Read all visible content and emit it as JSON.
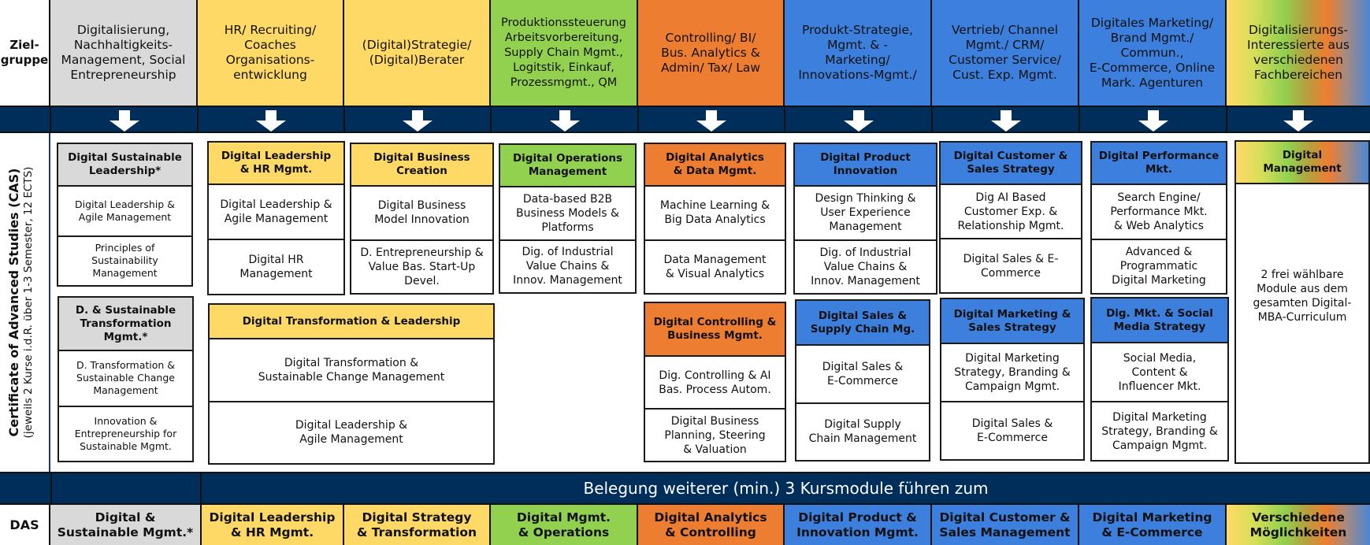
{
  "labels": {
    "zielgruppe": "Ziel-\ngruppe",
    "cas_title": "Certificate of Advanced Studies (CAS)",
    "cas_subtitle": "(jeweils 2 Kurse i.d.R. über 1-3 Semester, 12 ECTS)",
    "das": "DAS",
    "banner": "Belegung weiterer (min.) 3 Kursmodule führen zum"
  },
  "colors": {
    "navy": "#002e5b",
    "grey": "#d9d9d9",
    "yellow": "#ffd966",
    "green": "#92d050",
    "orange": "#ed7d31",
    "blue": "#3c7fdc"
  },
  "target_groups": [
    {
      "text": "Digitalisierung,\nNachhaltigkeits-\nManagement, Social\nEntrepreneurship",
      "color": "grey"
    },
    {
      "text": "HR/ Recruiting/\nCoaches\nOrganisations-\nentwicklung",
      "color": "yellow"
    },
    {
      "text": "(Digital)Strategie/\n(Digital)Berater",
      "color": "yellow"
    },
    {
      "text": "Produktionssteuerung\nArbeitsvorbereitung,\nSupply Chain Mgmt.,\nLogitstik, Einkauf,\nProzessmgmt., QM",
      "color": "green"
    },
    {
      "text": "Controlling/ BI/\nBus. Analytics &\nAdmin/ Tax/ Law",
      "color": "orange"
    },
    {
      "text": "Produkt-Strategie,\nMgmt. & -\nMarketing/\nInnovations-Mgmt./",
      "color": "blue"
    },
    {
      "text": "Vertrieb/ Channel\nMgmt./ CRM/\nCustomer Service/\nCust. Exp. Mgmt.",
      "color": "blue"
    },
    {
      "text": "Digitales Marketing/\nBrand Mgmt./\nCommun.,\nE-Commerce, Online\nMark. Agenturen",
      "color": "blue"
    },
    {
      "text": "Digitalisierungs-\nInteressierte aus\nverschiedenen\nFachbereichen",
      "color": "rainbow"
    }
  ],
  "cas_cards": [
    {
      "title": "Digital Sustainable\nLeadership*",
      "modules": [
        "Digital Leadership &\nAgile Management",
        "Principles of\nSustainability\nManagement"
      ]
    },
    {
      "title": "D. & Sustainable\nTransformation\nMgmt.*",
      "modules": [
        "D. Transformation &\nSustainable Change\nManagement",
        "Innovation &\nEntrepreneurship for\nSustainable Mgmt."
      ]
    },
    {
      "title": "Digital Leadership\n& HR Mgmt.",
      "modules": [
        "Digital Leadership &\nAgile Management",
        "Digital HR\nManagement"
      ]
    },
    {
      "title": "Digital Business\nCreation",
      "modules": [
        "Digital Business\nModel Innovation",
        "D. Entrepreneurship &\nValue Bas. Start-Up\nDevel."
      ]
    },
    {
      "title": "Digital Transformation & Leadership",
      "modules": [
        "Digital Transformation &\nSustainable Change Management",
        "Digital Leadership &\nAgile Management"
      ]
    },
    {
      "title": "Digital Operations\nManagement",
      "modules": [
        "Data-based B2B\nBusiness Models &\nPlatforms",
        "Dig. of Industrial\nValue Chains &\nInnov. Management"
      ]
    },
    {
      "title": "Digital Analytics\n& Data Mgmt.",
      "modules": [
        "Machine Learning &\nBig Data Analytics",
        "Data Management\n& Visual Analytics"
      ]
    },
    {
      "title": "Digital Controlling &\nBusiness Mgmt.",
      "modules": [
        "Dig. Controlling & AI\nBas. Process Autom.",
        "Digital Business\nPlanning, Steering\n& Valuation"
      ]
    },
    {
      "title": "Digital Product\nInnovation",
      "modules": [
        "Design Thinking &\nUser Experience\nManagement",
        "Dig. of Industrial\nValue Chains &\nInnov. Management"
      ]
    },
    {
      "title": "Digital Sales &\nSupply Chain Mg.",
      "modules": [
        "Digital Sales &\nE-Commerce",
        "Digital Supply\nChain Management"
      ]
    },
    {
      "title": "Digital Customer &\nSales Strategy",
      "modules": [
        "Dig AI Based\nCustomer Exp. &\nRelationship Mgmt.",
        "Digital Sales & E-\nCommerce"
      ]
    },
    {
      "title": "Digital Marketing &\nSales Strategy",
      "modules": [
        "Digital Marketing\nStrategy, Branding &\nCampaign Mgmt.",
        "Digital Sales &\nE-Commerce"
      ]
    },
    {
      "title": "Digital Performance\nMkt.",
      "modules": [
        "Search Engine/\nPerformance Mkt.\n& Web Analytics",
        "Advanced &\nProgrammatic\nDigital Marketing"
      ]
    },
    {
      "title": "Dig. Mkt. & Social\nMedia Strategy",
      "modules": [
        "Social Media,\nContent &\nInfluencer Mkt.",
        "Digital Marketing\nStrategy, Branding &\nCampaign Mgmt."
      ]
    },
    {
      "title": "Digital\nManagement",
      "modules": [
        "2 frei wählbare\nModule aus dem\ngesamten Digital-\nMBA-Curriculum"
      ]
    }
  ],
  "das_programs": [
    {
      "text": "Digital &\nSustainable Mgmt.*",
      "color": "grey"
    },
    {
      "text": "Digital Leadership\n& HR Mgmt.",
      "color": "yellow"
    },
    {
      "text": "Digital Strategy\n& Transformation",
      "color": "yellow"
    },
    {
      "text": "Digital Mgmt.\n& Operations",
      "color": "green"
    },
    {
      "text": "Digital Analytics\n& Controlling",
      "color": "orange"
    },
    {
      "text": "Digital Product &\nInnovation Mgmt.",
      "color": "blue"
    },
    {
      "text": "Digital Customer &\nSales Management",
      "color": "blue"
    },
    {
      "text": "Digital Marketing\n& E-Commerce",
      "color": "blue"
    },
    {
      "text": "Verschiedene\nMöglichkeiten",
      "color": "rainbow"
    }
  ]
}
